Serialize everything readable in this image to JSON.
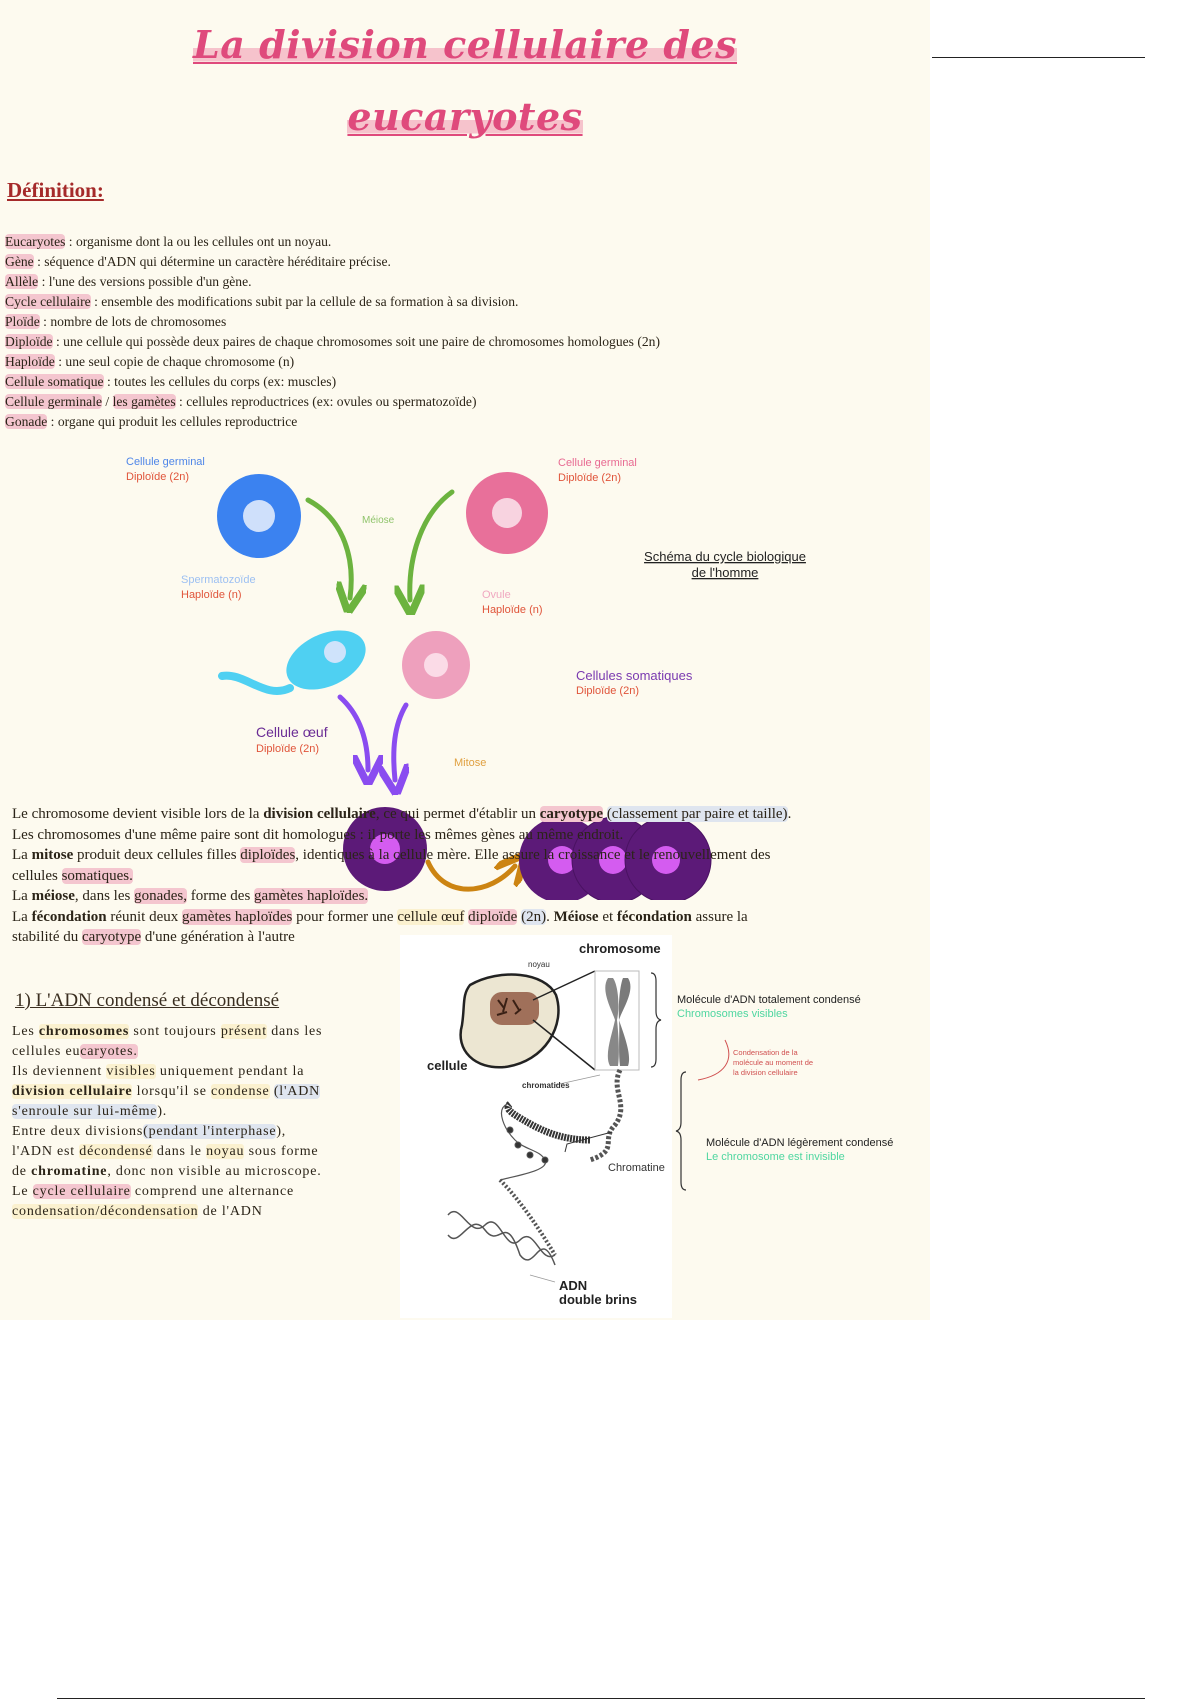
{
  "title": {
    "line1": "La division cellulaire des",
    "line2": "eucaryotes"
  },
  "definition_heading": "Définition:",
  "definitions": [
    [
      {
        "t": "Eucaryotes",
        "s": "p"
      },
      {
        "t": " : organisme dont la ou les cellules ont un noyau.",
        "s": ""
      }
    ],
    [
      {
        "t": "Gène",
        "s": "p"
      },
      {
        "t": " : séquence d'ADN qui détermine un caractère héréditaire précise.",
        "s": ""
      }
    ],
    [
      {
        "t": "Allèle",
        "s": "p"
      },
      {
        "t": " : l'une des versions possible d'un gène.",
        "s": ""
      }
    ],
    [
      {
        "t": "Cycle cellulaire",
        "s": "p"
      },
      {
        "t": " : ensemble des modifications subit par la cellule de sa formation à sa division.",
        "s": ""
      }
    ],
    [
      {
        "t": "Ploïde",
        "s": "p"
      },
      {
        "t": " : nombre de lots de chromosomes",
        "s": ""
      }
    ],
    [
      {
        "t": "Diploïde",
        "s": "p"
      },
      {
        "t": " : une cellule qui possède deux paires de chaque chromosomes soit une paire de chromosomes homologues (2n)",
        "s": ""
      }
    ],
    [
      {
        "t": "Haploïde",
        "s": "p"
      },
      {
        "t": " :  une seul copie de chaque chromosome (n)",
        "s": ""
      }
    ],
    [
      {
        "t": "Cellule somatique",
        "s": "p"
      },
      {
        "t": " : toutes les cellules du corps (ex: muscles)",
        "s": ""
      }
    ],
    [
      {
        "t": "Cellule germinale",
        "s": "p"
      },
      {
        "t": " / ",
        "s": ""
      },
      {
        "t": "les gamètes",
        "s": "p"
      },
      {
        "t": " : cellules reproductrices (ex: ovules ou spermatozoïde)",
        "s": ""
      }
    ],
    [
      {
        "t": "Gonade",
        "s": "p"
      },
      {
        "t": " : organe qui produit les cellules reproductrice",
        "s": ""
      }
    ]
  ],
  "cycle_diagram": {
    "caption_line1": "Schéma du cycle biologique",
    "caption_line2": "de l'homme",
    "male_germ": {
      "name": "Cellule germinal",
      "ploidy": "Diploïde (2n)"
    },
    "female_germ": {
      "name": "Cellule germinal",
      "ploidy": "Diploïde (2n)"
    },
    "meiosis_label": "Méiose",
    "sperm": {
      "name": "Spermatozoïde",
      "ploidy": "Haploïde (n)"
    },
    "ovum": {
      "name": "Ovule",
      "ploidy": "Haploïde (n)"
    },
    "zygote": {
      "name": "Cellule œuf",
      "ploidy": "Diploïde (2n)"
    },
    "mitosis_label": "Mitose",
    "somatic": {
      "name": "Cellules somatiques",
      "ploidy": "Diploïde (2n)"
    },
    "colors": {
      "blue": "#3b82f0",
      "pink": "#e8709a",
      "green": "#6cb33f",
      "sperm": "#4fd0f2",
      "ovum": "#eea0bd",
      "purple": "#5c1a78",
      "magenta": "#d45cf0",
      "violet": "#8a4cf0",
      "orange": "#cc8412"
    }
  },
  "paragraphs": [
    [
      {
        "t": "Le chromosome devient visible lors de la ",
        "s": ""
      },
      {
        "t": "division cellulaire",
        "s": "b"
      },
      {
        "t": ", ce qui permet d'établir un ",
        "s": ""
      },
      {
        "t": "caryotype",
        "s": "pb"
      },
      {
        "t": " ",
        "s": ""
      },
      {
        "t": "(classement par paire et taille)",
        "s": "bl"
      },
      {
        "t": ".",
        "s": ""
      }
    ],
    [
      {
        "t": "Les chromosomes d'une même paire sont dit homologues : il porte les mêmes gènes au même endroit.",
        "s": ""
      }
    ],
    [
      {
        "t": "La ",
        "s": ""
      },
      {
        "t": "mitose",
        "s": "b"
      },
      {
        "t": " produit deux cellules filles ",
        "s": ""
      },
      {
        "t": "diploïdes",
        "s": "p"
      },
      {
        "t": ", identiques à la cellule mère. Elle assure la croissance et le renouvellement des",
        "s": ""
      }
    ],
    [
      {
        "t": "cellules ",
        "s": ""
      },
      {
        "t": "somatiques.",
        "s": "p"
      }
    ],
    [
      {
        "t": "La ",
        "s": ""
      },
      {
        "t": "méiose",
        "s": "b"
      },
      {
        "t": ", dans les ",
        "s": ""
      },
      {
        "t": "gonades,",
        "s": "p"
      },
      {
        "t": " forme des ",
        "s": ""
      },
      {
        "t": "gamètes haploïdes.",
        "s": "p"
      }
    ],
    [
      {
        "t": "La ",
        "s": ""
      },
      {
        "t": "fécondation",
        "s": "b"
      },
      {
        "t": " réunit deux ",
        "s": ""
      },
      {
        "t": "gamètes haploïdes",
        "s": "p"
      },
      {
        "t": " pour former une ",
        "s": ""
      },
      {
        "t": "cellule œuf",
        "s": "y"
      },
      {
        "t": " ",
        "s": ""
      },
      {
        "t": "diploïde",
        "s": "p"
      },
      {
        "t": " ",
        "s": ""
      },
      {
        "t": "(2n)",
        "s": "bl"
      },
      {
        "t": ".  ",
        "s": ""
      },
      {
        "t": "Méiose",
        "s": "b"
      },
      {
        "t": " et ",
        "s": ""
      },
      {
        "t": "fécondation",
        "s": "b"
      },
      {
        "t": " assure la",
        "s": ""
      }
    ],
    [
      {
        "t": "stabilité du ",
        "s": ""
      },
      {
        "t": "caryotype",
        "s": "p"
      },
      {
        "t": " d'une génération à l'autre",
        "s": ""
      }
    ]
  ],
  "section1": {
    "heading": "1) L'ADN condensé et décondensé",
    "lines": [
      [
        {
          "t": "Les ",
          "s": ""
        },
        {
          "t": "chromosomes",
          "s": "yb"
        },
        {
          "t": " sont toujours ",
          "s": ""
        },
        {
          "t": "présent",
          "s": "y"
        },
        {
          "t": " dans les",
          "s": ""
        }
      ],
      [
        {
          "t": "cellules eu",
          "s": ""
        },
        {
          "t": "caryotes.",
          "s": "p"
        }
      ],
      [
        {
          "t": "Ils deviennent ",
          "s": ""
        },
        {
          "t": "visibles",
          "s": "y"
        },
        {
          "t": " uniquement pendant la",
          "s": ""
        }
      ],
      [
        {
          "t": "division cellulaire",
          "s": "yb"
        },
        {
          "t": " lorsqu'il se ",
          "s": ""
        },
        {
          "t": "condense",
          "s": "y"
        },
        {
          "t": " ",
          "s": ""
        },
        {
          "t": "(l'ADN",
          "s": "bl"
        }
      ],
      [
        {
          "t": "s'enroule sur lui-même",
          "s": "bl"
        },
        {
          "t": ").",
          "s": ""
        }
      ],
      [
        {
          "t": "Entre deux divisions",
          "s": ""
        },
        {
          "t": "(pendant l'interphase",
          "s": "bl"
        },
        {
          "t": "),",
          "s": ""
        }
      ],
      [
        {
          "t": "l'ADN est ",
          "s": ""
        },
        {
          "t": "décondensé",
          "s": "y"
        },
        {
          "t": " dans le ",
          "s": ""
        },
        {
          "t": "noyau",
          "s": "y"
        },
        {
          "t": " sous forme",
          "s": ""
        }
      ],
      [
        {
          "t": "de ",
          "s": ""
        },
        {
          "t": "chromatine",
          "s": "b"
        },
        {
          "t": ", donc non visible au microscope.",
          "s": ""
        }
      ],
      [
        {
          "t": "Le ",
          "s": ""
        },
        {
          "t": "cycle cellulaire",
          "s": "p"
        },
        {
          "t": " comprend une alternance",
          "s": ""
        }
      ],
      [
        {
          "t": "condensation/décondensation",
          "s": "y"
        },
        {
          "t": " de l'ADN",
          "s": ""
        }
      ]
    ]
  },
  "dna_diagram": {
    "chromosome": "chromosome",
    "noyau": "noyau",
    "cellule": "cellule",
    "chromatides": "chromatides",
    "chromatine": "Chromatine",
    "adn_line1": "ADN",
    "adn_line2": "double brins",
    "condensed_title": "Molécule d'ADN totalement condensé",
    "condensed_sub": "Chromosomes visibles",
    "condensation_note": [
      "Condensation de la",
      "molécule au moment de",
      "la division cellulaire"
    ],
    "relaxed_title": "Molécule d'ADN légèrement condensé",
    "relaxed_sub": "Le chromosome est invisible"
  }
}
